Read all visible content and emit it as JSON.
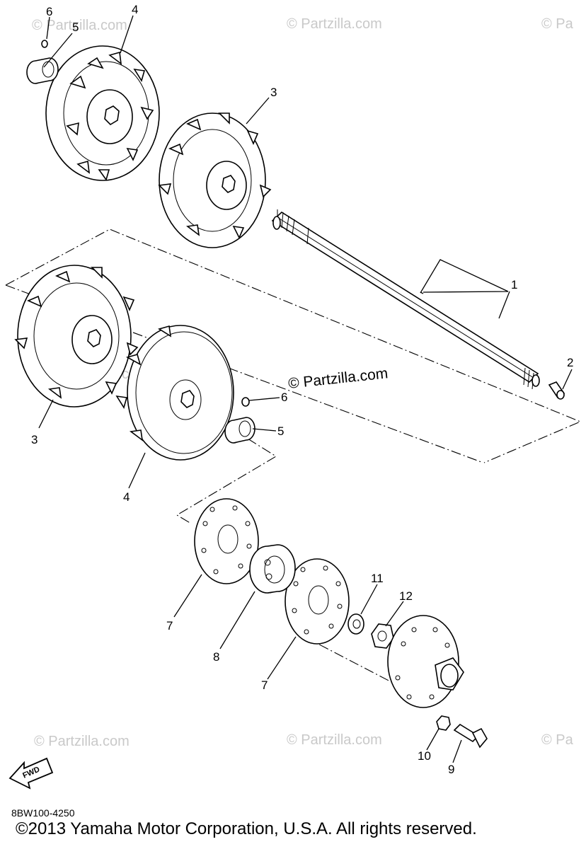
{
  "diagram": {
    "callouts": [
      "1",
      "2",
      "3",
      "3",
      "4",
      "4",
      "5",
      "5",
      "6",
      "6",
      "7",
      "7",
      "8",
      "9",
      "10",
      "11",
      "12"
    ],
    "labels": {
      "c1": "1",
      "c2": "2",
      "c3a": "3",
      "c3b": "3",
      "c4a": "4",
      "c4b": "4",
      "c5a": "5",
      "c5b": "5",
      "c6a": "6",
      "c6b": "6",
      "c7a": "7",
      "c7b": "7",
      "c8": "8",
      "c9": "9",
      "c10": "10",
      "c11": "11",
      "c12": "12"
    },
    "fwd_label": "FWD"
  },
  "watermark": {
    "center": "© Partzilla.com",
    "faint": "© Partzilla.com",
    "edge": "© Pa"
  },
  "footer": {
    "code": "8BW100-4250",
    "copyright": "©2013 Yamaha Motor Corporation, U.S.A. All rights reserved."
  }
}
